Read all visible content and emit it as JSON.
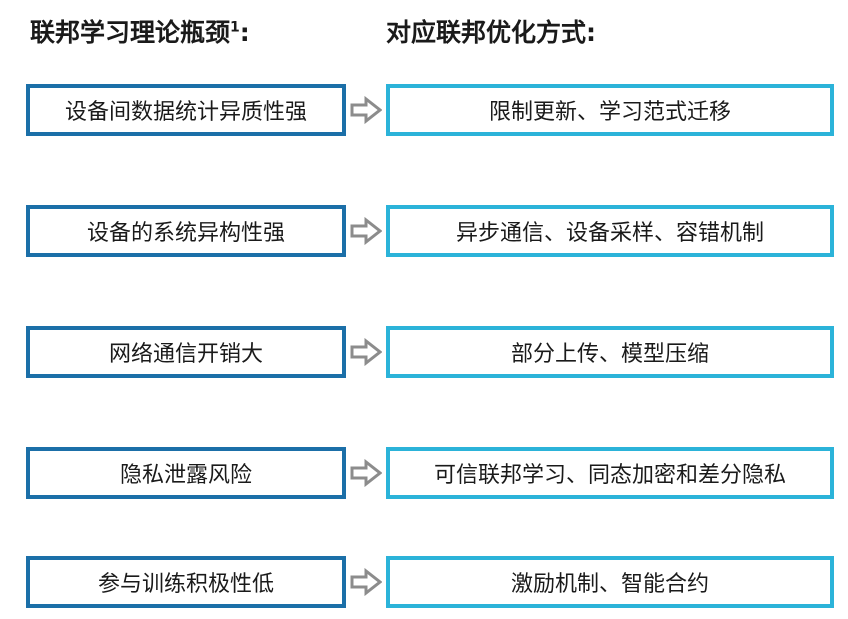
{
  "headings": {
    "left": "联邦学习理论瓶颈",
    "left_superscript": "1",
    "left_suffix": ":",
    "right": "对应联邦优化方式:"
  },
  "rows": [
    {
      "bottleneck": "设备间数据统计异质性强",
      "optimization": "限制更新、学习范式迁移"
    },
    {
      "bottleneck": "设备的系统异构性强",
      "optimization": "异步通信、设备采样、容错机制"
    },
    {
      "bottleneck": "网络通信开销大",
      "optimization": "部分上传、模型压缩"
    },
    {
      "bottleneck": "隐私泄露风险",
      "optimization": "可信联邦学习、同态加密和差分隐私"
    },
    {
      "bottleneck": "参与训练积极性低",
      "optimization": "激励机制、智能合约"
    }
  ],
  "colors": {
    "left_border": "#1b6fa8",
    "right_border": "#2bb3d9",
    "arrow": "#8c8c8c",
    "text": "#1a1a1a"
  },
  "icons": {
    "connector": "right-arrow-icon"
  }
}
